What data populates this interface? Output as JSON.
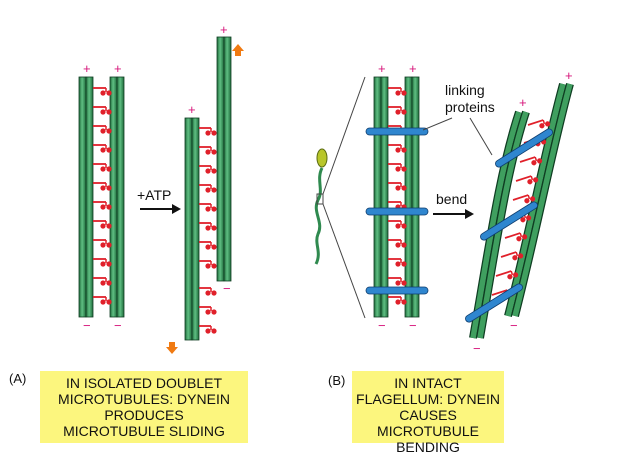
{
  "panel_a": {
    "label": "(A)",
    "arrow_label": "+ATP",
    "plus_sign": "+",
    "minus_sign": "−",
    "caption_lines": [
      "IN ISOLATED DOUBLET",
      "MICROTUBULES: DYNEIN",
      "PRODUCES",
      "MICROTUBULE SLIDING"
    ]
  },
  "panel_b": {
    "label": "(B)",
    "arrow_label": "bend",
    "linking_label_lines": [
      "linking",
      "proteins"
    ],
    "plus_sign": "+",
    "minus_sign": "−",
    "caption_lines": [
      "IN INTACT",
      "FLAGELLUM: DYNEIN",
      "CAUSES MICROTUBULE",
      "BENDING"
    ]
  },
  "colors": {
    "microtubule": "#2f8a4f",
    "microtubule_highlight": "#5fbf83",
    "microtubule_outline": "#0f3d22",
    "dynein": "#e0202a",
    "linker": "#2f86cf",
    "sign": "#d6157a",
    "direction_arrow": "#f07a12",
    "caption_bg": "#fcf67e",
    "sperm_head": "#b8c62a"
  }
}
